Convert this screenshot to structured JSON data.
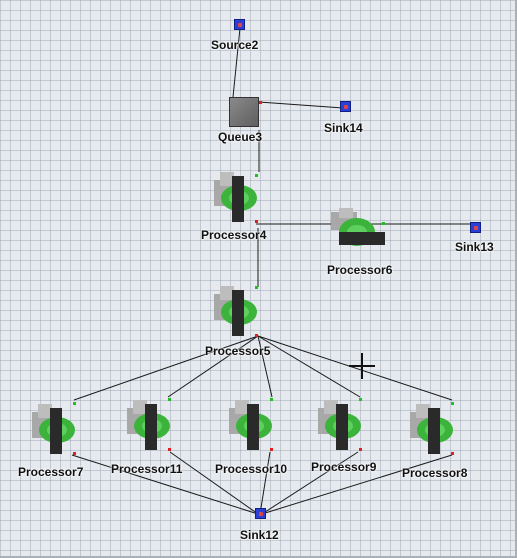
{
  "model": {
    "labels": {
      "source2": "Source2",
      "queue3": "Queue3",
      "sink14": "Sink14",
      "processor4": "Processor4",
      "processor6": "Processor6",
      "sink13": "Sink13",
      "processor5": "Processor5",
      "processor7": "Processor7",
      "processor11": "Processor11",
      "processor10": "Processor10",
      "processor9": "Processor9",
      "processor8": "Processor8",
      "sink12": "Sink12"
    }
  },
  "colors": {
    "grid_background": "#e6eaee",
    "source_sink": "#2b3fd6",
    "queue": "#6a6a6a",
    "processor_green": "#3cb43c",
    "processor_dark": "#2a2a2a",
    "connector": "#1a1a1a"
  }
}
